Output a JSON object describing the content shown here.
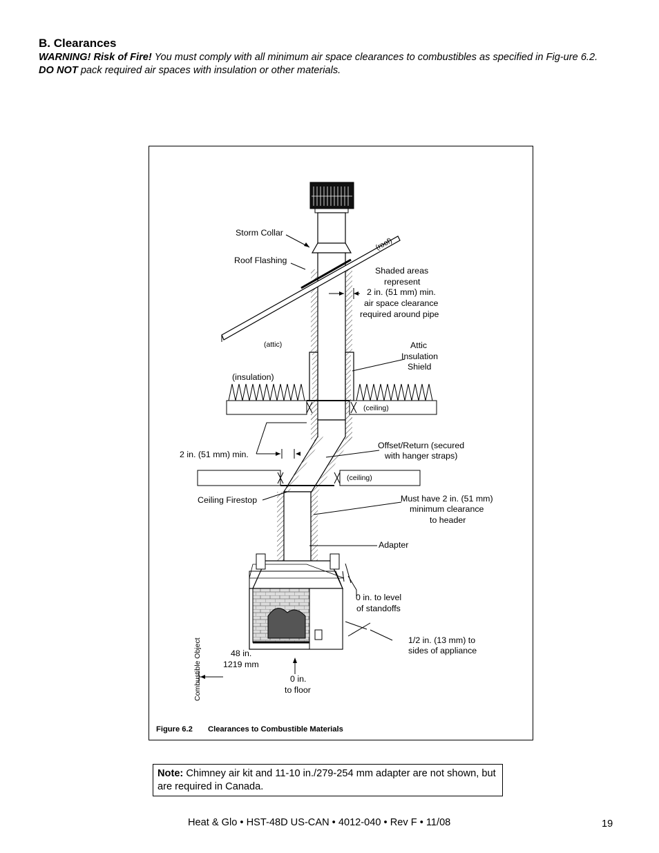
{
  "section": {
    "heading": "B. Clearances",
    "warning_bold": "WARNING! Risk of Fire!",
    "warning_text_1": " You must comply with all minimum air space clearances to combustibles as specified in Fig-ure 6.2. ",
    "warning_bold_2": "DO NOT",
    "warning_text_2": " pack required air spaces with insulation or other materials."
  },
  "figure": {
    "labels": {
      "storm_collar": "Storm Collar",
      "roof": "(roof)",
      "roof_flashing": "Roof Flashing",
      "shaded_1": "Shaded areas",
      "shaded_2": "represent",
      "shaded_3": "2 in. (51 mm) min.",
      "shaded_4": "air space clearance",
      "shaded_5": "required around pipe",
      "attic": "(attic)",
      "shield_1": "Attic",
      "shield_2": "Insulation",
      "shield_3": "Shield",
      "insulation": "(insulation)",
      "ceiling_upper": "(ceiling)",
      "min_2in": "2 in. (51 mm) min.",
      "offset_1": "Offset/Return (secured",
      "offset_2": "with hanger straps)",
      "ceiling_lower": "(ceiling)",
      "firestop": "Ceiling Firestop",
      "header_1": "Must have 2 in. (51 mm)",
      "header_2": "minimum clearance",
      "header_3": "to header",
      "adapter": "Adapter",
      "standoffs_1": "0 in. to level",
      "standoffs_2": "of standoffs",
      "sides_1": "1/2 in. (13 mm) to",
      "sides_2": "sides of appliance",
      "combustible_object": "Combustible Object",
      "dist_1": "48 in.",
      "dist_2": "1219 mm",
      "floor_1": "0 in.",
      "floor_2": "to floor"
    },
    "caption_number": "Figure 6.2",
    "caption_title": "Clearances to Combustible Materials"
  },
  "note": {
    "bold": "Note:",
    "text": " Chimney air kit and 11-10 in./279-254 mm adapter are not shown, but are required in Canada."
  },
  "footer": {
    "doc": "Heat & Glo • HST-48D US-CAN • 4012-040 • Rev F • 11/08",
    "page": "19"
  }
}
